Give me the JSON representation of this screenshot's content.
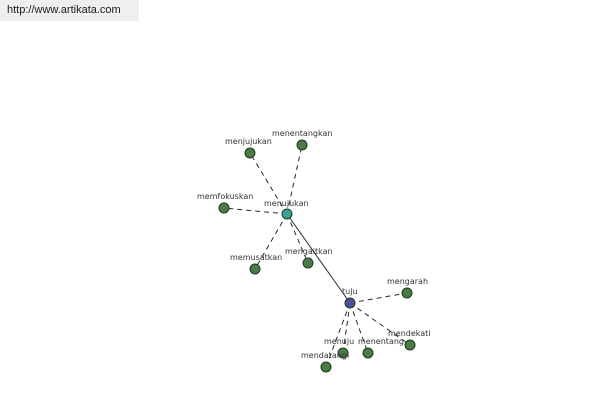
{
  "header": {
    "url_text": "http://www.artikata.com"
  },
  "graph": {
    "colors": {
      "leaf": "#4c7a47",
      "hub_menujukan": "#3e9f9a",
      "hub_tuju": "#4b4f9a"
    },
    "nodes": [
      {
        "id": "menujukan",
        "label": "menujukan",
        "kind": "hub_menujukan"
      },
      {
        "id": "tuju",
        "label": "tuju",
        "kind": "hub_tuju"
      },
      {
        "id": "menjujukan",
        "label": "menjujukan",
        "kind": "leaf"
      },
      {
        "id": "menentangkan",
        "label": "menentangkan",
        "kind": "leaf"
      },
      {
        "id": "memfokuskan",
        "label": "memfokuskan",
        "kind": "leaf"
      },
      {
        "id": "memusatkan",
        "label": "memusatkan",
        "kind": "leaf"
      },
      {
        "id": "mengaitkan",
        "label": "mengaitkan",
        "kind": "leaf"
      },
      {
        "id": "mengarah",
        "label": "mengarah",
        "kind": "leaf"
      },
      {
        "id": "mendekati",
        "label": "mendekati",
        "kind": "leaf"
      },
      {
        "id": "menuju",
        "label": "menuju",
        "kind": "leaf"
      },
      {
        "id": "menentang",
        "label": "menentang",
        "kind": "leaf"
      },
      {
        "id": "mendatangi",
        "label": "mendatangi",
        "kind": "leaf"
      }
    ],
    "edges": [
      {
        "from": "menujukan",
        "to": "tuju",
        "style": "solid"
      },
      {
        "from": "menujukan",
        "to": "menjujukan",
        "style": "dashed"
      },
      {
        "from": "menujukan",
        "to": "menentangkan",
        "style": "dashed"
      },
      {
        "from": "menujukan",
        "to": "memfokuskan",
        "style": "dashed"
      },
      {
        "from": "menujukan",
        "to": "memusatkan",
        "style": "dashed"
      },
      {
        "from": "menujukan",
        "to": "mengaitkan",
        "style": "dashed"
      },
      {
        "from": "tuju",
        "to": "mengarah",
        "style": "dashed"
      },
      {
        "from": "tuju",
        "to": "mendekati",
        "style": "dashed"
      },
      {
        "from": "tuju",
        "to": "menuju",
        "style": "dashed"
      },
      {
        "from": "tuju",
        "to": "menentang",
        "style": "dashed"
      },
      {
        "from": "tuju",
        "to": "mendatangi",
        "style": "dashed"
      }
    ]
  }
}
